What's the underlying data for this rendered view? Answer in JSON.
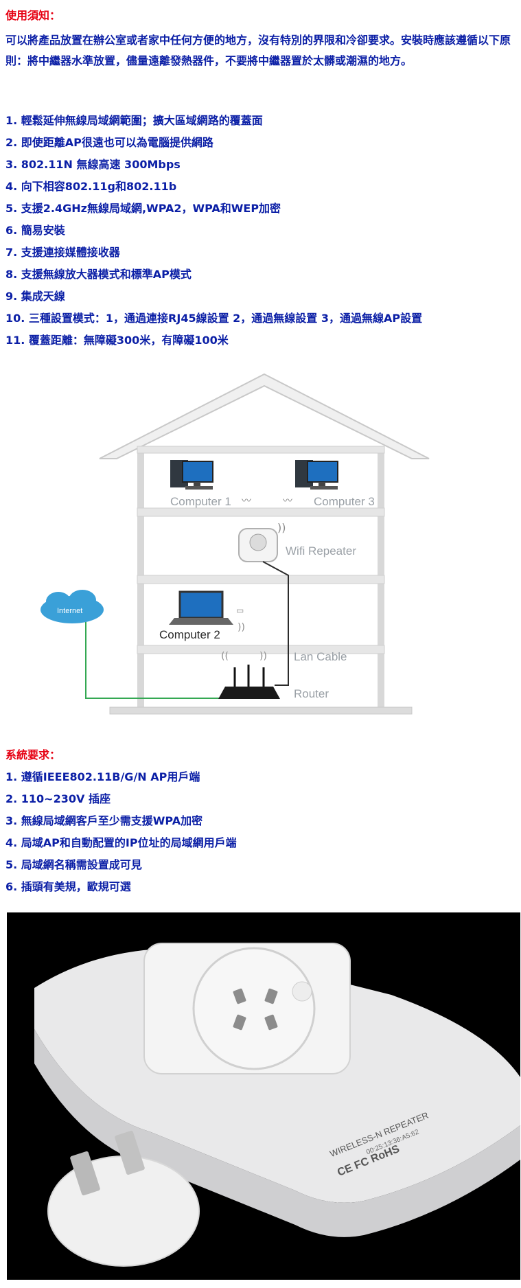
{
  "notice": {
    "heading": "使用須知：",
    "intro": "可以將產品放置在辦公室或者家中任何方便的地方，沒有特別的界限和冷卻要求。安裝時應該遵循以下原則：將中繼器水準放置，儘量遠離發熱器件，不要將中繼器置於太髒或潮濕的地方。",
    "features": [
      "1. 輕鬆延伸無線局域網範圍；擴大區域網路的覆蓋面",
      "2. 即使距離AP很遠也可以為電腦提供網路",
      "3. 802.11N 無線高速 300Mbps",
      "4. 向下相容802.11g和802.11b",
      "5. 支援2.4GHz無線局域網,WPA2，WPA和WEP加密",
      "6. 簡易安裝",
      "7. 支援連接媒體接收器",
      "8. 支援無線放大器模式和標準AP模式",
      "9. 集成天線",
      "10. 三種設置模式：1，通過連接RJ45線設置 2，通過無線設置 3，通過無線AP設置",
      "11. 覆蓋距離：無障礙300米，有障礙100米"
    ]
  },
  "diagram": {
    "computer1": "Computer 1",
    "computer3": "Computer 3",
    "repeater": "Wifi Repeater",
    "internet": "Internet",
    "computer2": "Computer 2",
    "lan_cable": "Lan Cable",
    "router": "Router"
  },
  "requirements": {
    "heading": "系統要求：",
    "items": [
      "1. 遵循IEEE802.11B/G/N AP用戶端",
      "2. 110~230V 插座",
      "3. 無線局域網客戶至少需支援WPA加密",
      "4. 局域AP和自動配置的IP位址的局域網用戶端",
      "5. 局域網名稱需設置成可見",
      "6. 插頭有美規，歐規可選"
    ]
  },
  "photo": {
    "label_brand": "WIRELESS-N REPEATER",
    "label_mac": "00:25:13:36:A5:62",
    "label_marks": "CE FC RoHS"
  },
  "colors": {
    "heading": "#e60012",
    "body_text": "#0b1fa6",
    "photo_bg": "#000000"
  }
}
